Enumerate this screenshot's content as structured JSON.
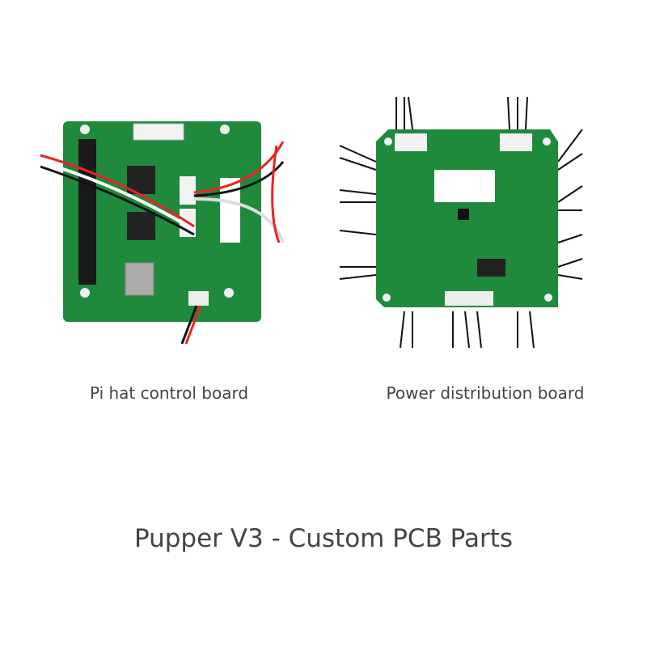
{
  "figures": [
    {
      "caption": "Pi hat control board"
    },
    {
      "caption": "Power distribution board"
    }
  ],
  "title": "Pupper V3 - Custom PCB Parts",
  "colors": {
    "pcb": "#1f8a3c",
    "text": "#444444"
  }
}
